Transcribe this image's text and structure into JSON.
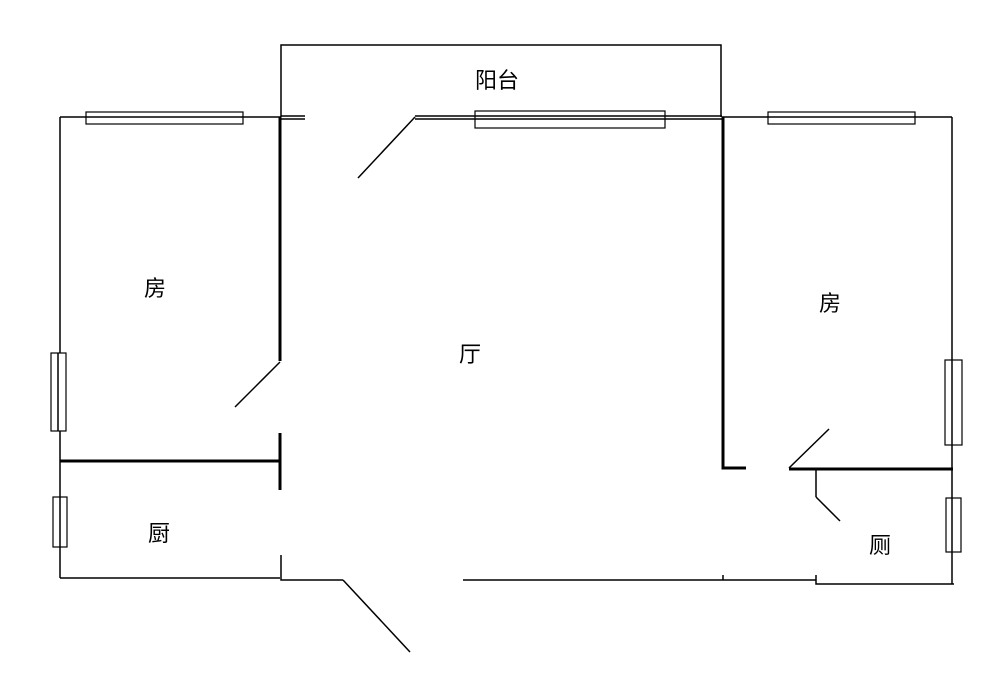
{
  "rooms": {
    "balcony": "阳台",
    "bedroom_left": "房",
    "living_room": "厅",
    "bedroom_right": "房",
    "kitchen": "厨",
    "toilet": "厕"
  },
  "colors": {
    "line": "#000000",
    "background": "#ffffff"
  }
}
